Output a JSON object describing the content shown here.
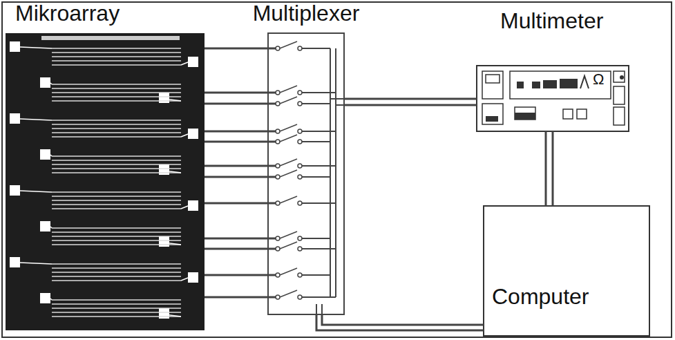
{
  "diagram": {
    "nodes": [
      {
        "text": [
          "Mikroarray"
        ]
      },
      {
        "text": [
          "Multiplexer"
        ]
      },
      {
        "text": [
          "Multimeter",
          "Ω"
        ]
      },
      {
        "text": [
          "Computer"
        ]
      }
    ],
    "edges": [
      {
        "from": 0,
        "to": 1,
        "arrow": "none"
      },
      {
        "from": 1,
        "to": 2,
        "arrow": "none"
      },
      {
        "from": 2,
        "to": 3,
        "arrow": "none"
      },
      {
        "from": 1,
        "to": 3,
        "arrow": "none"
      }
    ]
  }
}
